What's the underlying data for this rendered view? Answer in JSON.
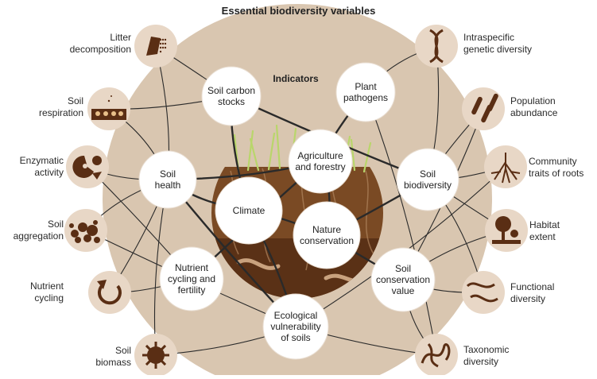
{
  "title": "Essential biodiversity variables",
  "indicators_heading": "Indicators",
  "colors": {
    "outer_disc": "#d9c6b0",
    "icon_disc": "#e8d7c6",
    "icon_fill": "#5a2e14",
    "soil_dark": "#6b3d1c",
    "soil_mid": "#9a6a3e",
    "grass": "#b9d66b",
    "line": "#2a2a2a",
    "node": "#ffffff"
  },
  "left_variables": [
    {
      "id": "litter",
      "lines": [
        "Litter",
        "decomposition"
      ],
      "icon": "litter-icon"
    },
    {
      "id": "respiration",
      "lines": [
        "Soil",
        "respiration"
      ],
      "icon": "respiration-icon"
    },
    {
      "id": "enzymatic",
      "lines": [
        "Enzymatic",
        "activity"
      ],
      "icon": "enzyme-icon"
    },
    {
      "id": "aggregation",
      "lines": [
        "Soil",
        "aggregation"
      ],
      "icon": "aggregation-icon"
    },
    {
      "id": "nutrient",
      "lines": [
        "Nutrient",
        "cycling"
      ],
      "icon": "cycle-arrow-icon"
    },
    {
      "id": "biomass",
      "lines": [
        "Soil",
        "biomass"
      ],
      "icon": "biomass-icon"
    }
  ],
  "right_variables": [
    {
      "id": "intraspecific",
      "lines": [
        "Intraspecific",
        "genetic diversity"
      ],
      "icon": "dna-icon"
    },
    {
      "id": "population",
      "lines": [
        "Population",
        "abundance"
      ],
      "icon": "population-icon"
    },
    {
      "id": "roots",
      "lines": [
        "Community",
        "traits of roots"
      ],
      "icon": "roots-icon"
    },
    {
      "id": "habitat",
      "lines": [
        "Habitat",
        "extent"
      ],
      "icon": "tree-icon"
    },
    {
      "id": "functional",
      "lines": [
        "Functional",
        "diversity"
      ],
      "icon": "worms-icon"
    },
    {
      "id": "taxonomic",
      "lines": [
        "Taxonomic",
        "diversity"
      ],
      "icon": "worm-tangle-icon"
    }
  ],
  "indicators": [
    {
      "id": "carbon",
      "lines": [
        "Soil carbon",
        "stocks"
      ]
    },
    {
      "id": "pathogens",
      "lines": [
        "Plant",
        "pathogens"
      ]
    },
    {
      "id": "agri",
      "lines": [
        "Agriculture",
        "and forestry"
      ]
    },
    {
      "id": "soilhealth",
      "lines": [
        "Soil",
        "health"
      ]
    },
    {
      "id": "climate",
      "lines": [
        "Climate"
      ]
    },
    {
      "id": "nature",
      "lines": [
        "Nature",
        "conservation"
      ]
    },
    {
      "id": "soilbio",
      "lines": [
        "Soil",
        "biodiversity"
      ]
    },
    {
      "id": "nutrientcyc",
      "lines": [
        "Nutrient",
        "cycling and",
        "fertility"
      ]
    },
    {
      "id": "conservation",
      "lines": [
        "Soil",
        "conservation",
        "value"
      ]
    },
    {
      "id": "vulnerability",
      "lines": [
        "Ecological",
        "vulnerability",
        "of soils"
      ]
    }
  ]
}
